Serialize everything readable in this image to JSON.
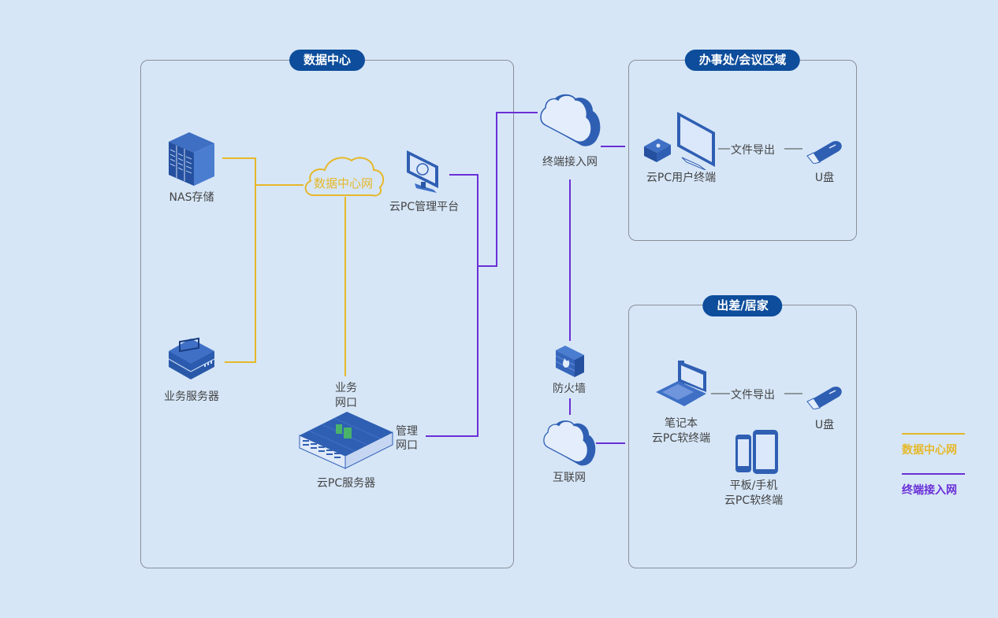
{
  "colors": {
    "background": "#d6e6f7",
    "pill": "#0d4d9b",
    "datacenter_net": "#e6b82a",
    "access_net": "#6a2fd6",
    "icon_blue": "#2f5fb3"
  },
  "regions": {
    "datacenter": {
      "title": "数据中心"
    },
    "office": {
      "title": "办事处/会议区域"
    },
    "travel": {
      "title": "出差/居家"
    }
  },
  "nodes": {
    "nas": {
      "label": "NAS存储",
      "icon": "nas-storage-icon"
    },
    "biz_server": {
      "label": "业务服务器",
      "icon": "server-icon"
    },
    "dc_cloud": {
      "label": "数据中心网",
      "icon": "cloud-outline-icon"
    },
    "mgmt_platform": {
      "label": "云PC管理平台",
      "icon": "monitor-icon"
    },
    "cloudpc_server": {
      "label": "云PC服务器",
      "icon": "rack-server-icon"
    },
    "biz_port": {
      "line1": "业务",
      "line2": "网口"
    },
    "mgmt_port": {
      "line1": "管理",
      "line2": "网口"
    },
    "access_cloud": {
      "label": "终端接入网",
      "icon": "cloud-icon"
    },
    "firewall": {
      "label": "防火墙",
      "icon": "firewall-icon"
    },
    "internet": {
      "label": "互联网",
      "icon": "cloud-icon"
    },
    "user_terminal": {
      "label": "云PC用户终端",
      "icon": "desktop-terminal-icon"
    },
    "usb_office": {
      "label": "U盘",
      "icon": "usb-drive-icon"
    },
    "export_office": {
      "label": "文件导出"
    },
    "laptop": {
      "line1": "笔记本",
      "line2": "云PC软终端",
      "icon": "laptop-icon"
    },
    "usb_travel": {
      "label": "U盘",
      "icon": "usb-drive-icon"
    },
    "export_travel": {
      "label": "文件导出"
    },
    "mobile": {
      "line1": "平板/手机",
      "line2": "云PC软终端",
      "icon": "tablet-phone-icon"
    }
  },
  "legend": [
    {
      "label": "数据中心网",
      "color": "#e6b82a"
    },
    {
      "label": "终端接入网",
      "color": "#6a2fd6"
    }
  ]
}
